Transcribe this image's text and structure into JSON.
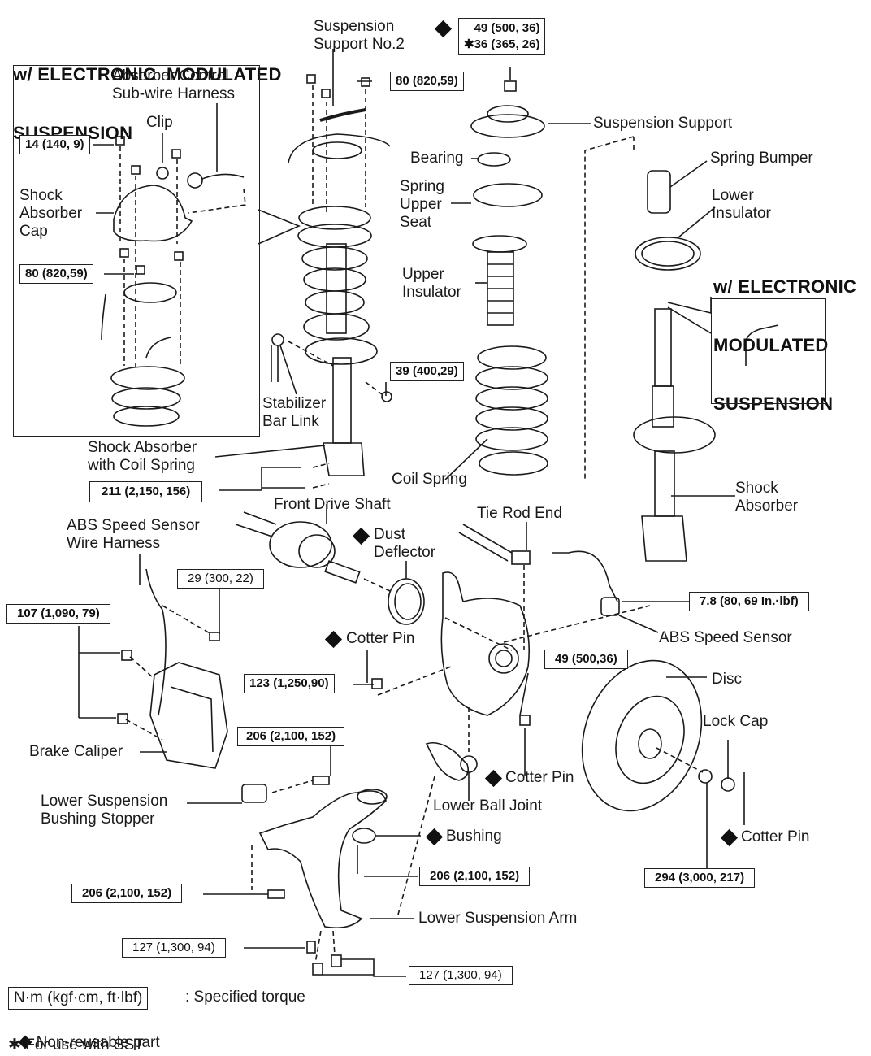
{
  "diagram": {
    "type": "exploded parts diagram",
    "subject": "Front suspension assembly",
    "headers": {
      "left_inset": [
        "w/ ELECTRONIC  MODULATED",
        "SUSPENSION"
      ],
      "right_inset": [
        "w/ ELECTRONIC",
        "MODULATED",
        "SUSPENSION"
      ]
    },
    "parts": {
      "absorber_control_harness": "Absorber Control\nSub-wire Harness",
      "clip": "Clip",
      "shock_absorber_cap": "Shock\nAbsorber\nCap",
      "suspension_support_no2": "Suspension\nSupport No.2",
      "suspension_support": "Suspension Support",
      "bearing": "Bearing",
      "spring_upper_seat": "Spring\nUpper\nSeat",
      "upper_insulator": "Upper\nInsulator",
      "spring_bumper": "Spring Bumper",
      "lower_insulator": "Lower\nInsulator",
      "stabilizer_bar_link": "Stabilizer\nBar Link",
      "shock_absorber_with_coil_spring": "Shock Absorber\nwith Coil Spring",
      "coil_spring": "Coil Spring",
      "shock_absorber": "Shock\nAbsorber",
      "front_drive_shaft": "Front Drive Shaft",
      "tie_rod_end": "Tie Rod End",
      "abs_wire_harness": "ABS Speed Sensor\nWire Harness",
      "dust_deflector": "Dust\nDeflector",
      "abs_speed_sensor": "ABS Speed Sensor",
      "cotter_pin_1": "Cotter Pin",
      "disc": "Disc",
      "lock_cap": "Lock Cap",
      "brake_caliper": "Brake Caliper",
      "cotter_pin_2": "Cotter Pin",
      "lower_ball_joint": "Lower Ball Joint",
      "bushing": "Bushing",
      "cotter_pin_3": "Cotter Pin",
      "lower_suspension_bushing_stopper": "Lower Suspension\nBushing Stopper",
      "lower_suspension_arm": "Lower Suspension Arm"
    },
    "torques": {
      "t_14": "14 (140, 9)",
      "t_80_inset": "80 (820,59)",
      "t_80_top": "80 (820,59)",
      "t_49_sst": "49 (500, 36)\n✱36 (365, 26)",
      "t_39": "39 (400,29)",
      "t_211": "211 (2,150, 156)",
      "t_29": "29 (300, 22)",
      "t_107": "107 (1,090, 79)",
      "t_7_8": "7.8 (80, 69 In.·lbf)",
      "t_123": "123 (1,250,90)",
      "t_49": "49 (500,36)",
      "t_206_a": "206 (2,100, 152)",
      "t_206_b": "206 (2,100, 152)",
      "t_206_c": "206 (2,100, 152)",
      "t_294": "294 (3,000, 217)",
      "t_127_a": "127 (1,300, 94)",
      "t_127_b": "127 (1,300, 94)"
    },
    "legend": {
      "torque_unit_box": "N·m (kgf·cm, ft·lbf)",
      "torque_unit_desc": ": Specified torque",
      "non_reusable": "Non-reusable part",
      "sst": "✱ For use with SST"
    },
    "symbols": {
      "non_reusable_mark": "black-diamond",
      "sst_mark": "asterisk"
    }
  }
}
